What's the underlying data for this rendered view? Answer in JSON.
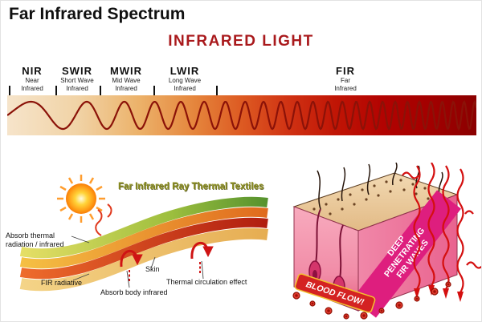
{
  "page": {
    "title": "Far Infrared Spectrum"
  },
  "spectrum": {
    "heading": "INFRARED LIGHT",
    "bands": [
      {
        "abbr": "NIR",
        "line1": "Near",
        "line2": "Infrared"
      },
      {
        "abbr": "SWIR",
        "line1": "Short Wave",
        "line2": "Infrared"
      },
      {
        "abbr": "MWIR",
        "line1": "Mid Wave",
        "line2": "Infrared"
      },
      {
        "abbr": "LWIR",
        "line1": "Long Wave",
        "line2": "Infrared"
      },
      {
        "abbr": "FIR",
        "line1": "Far",
        "line2": "Infrared"
      }
    ]
  },
  "textiles": {
    "title": "Far Infrared Ray Thermal Textiles",
    "label_absorb_thermal": "Absorb thermal radiation / infrared",
    "label_fir_radiative": "FIR radiative",
    "label_skin": "Skin",
    "label_absorb_body": "Absorb body infrared",
    "label_thermal_circulation": "Thermal circulation effect"
  },
  "skin_block": {
    "blood_flow": "BLOOD FLOW!",
    "fir_line1": "DEEP",
    "fir_line2": "PENETRATING",
    "fir_line3": "FIR WAVES"
  },
  "colors": {
    "heading_red": "#a9191c",
    "spectrum_wave": "#8b1208",
    "textiles_title_olive": "#8a8d1f",
    "fir_ribbon_magenta": "#de1e7e",
    "blood_red": "#d42222"
  }
}
